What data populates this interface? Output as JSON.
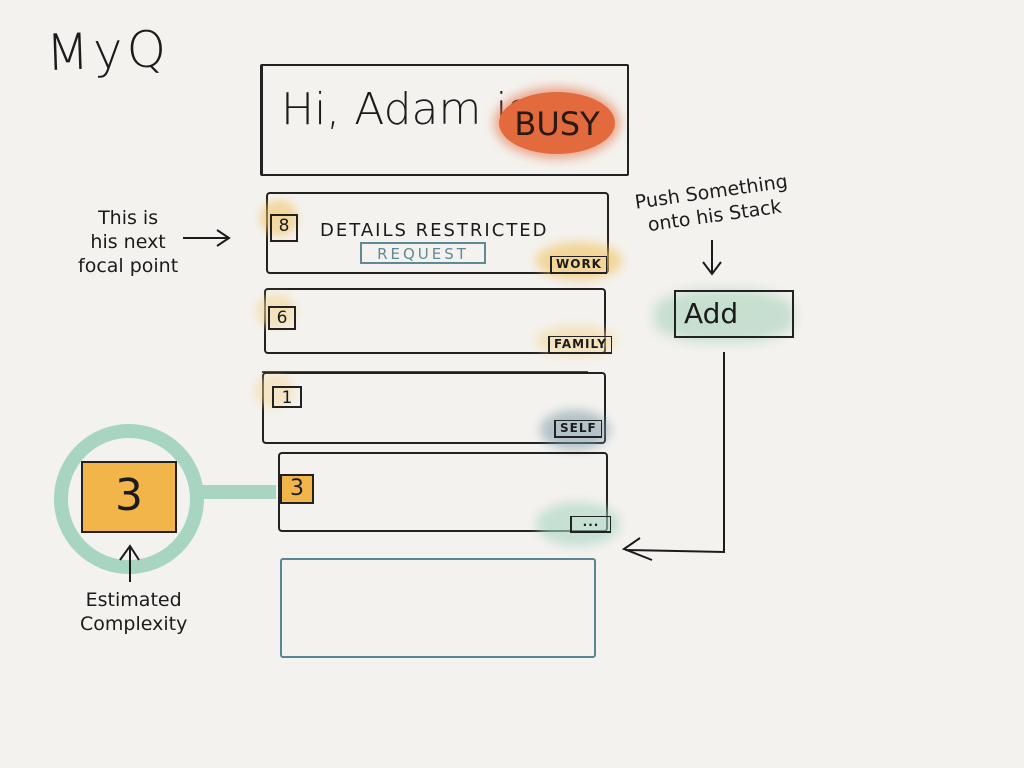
{
  "app": {
    "title": "MyQ"
  },
  "header": {
    "greeting": "Hi, Adam is",
    "status": "BUSY"
  },
  "tasks": [
    {
      "priority": "8",
      "title": "DETAILS RESTRICTED",
      "action": "REQUEST",
      "category": "WORK",
      "category_color": "#f2c15e"
    },
    {
      "priority": "6",
      "category": "FAMILY",
      "category_color": "#f3d592"
    },
    {
      "priority": "1",
      "category": "SELF",
      "category_color": "#7b9bab"
    },
    {
      "priority": "3",
      "category": "...",
      "category_color": "#a7d5c2"
    }
  ],
  "add_button": {
    "label": "Add"
  },
  "annotations": {
    "next_focal": [
      "This is",
      "his next",
      "focal point"
    ],
    "push_stack": [
      "Push Something",
      "onto his Stack"
    ],
    "estimated_complexity": [
      "Estimated",
      "Complexity"
    ]
  },
  "complexity_example": "3",
  "colors": {
    "busy": "#e36a3d",
    "accent_teal": "#a7d5c2",
    "priority_yellow": "#f2b54a",
    "link_blue": "#5f8a95"
  }
}
